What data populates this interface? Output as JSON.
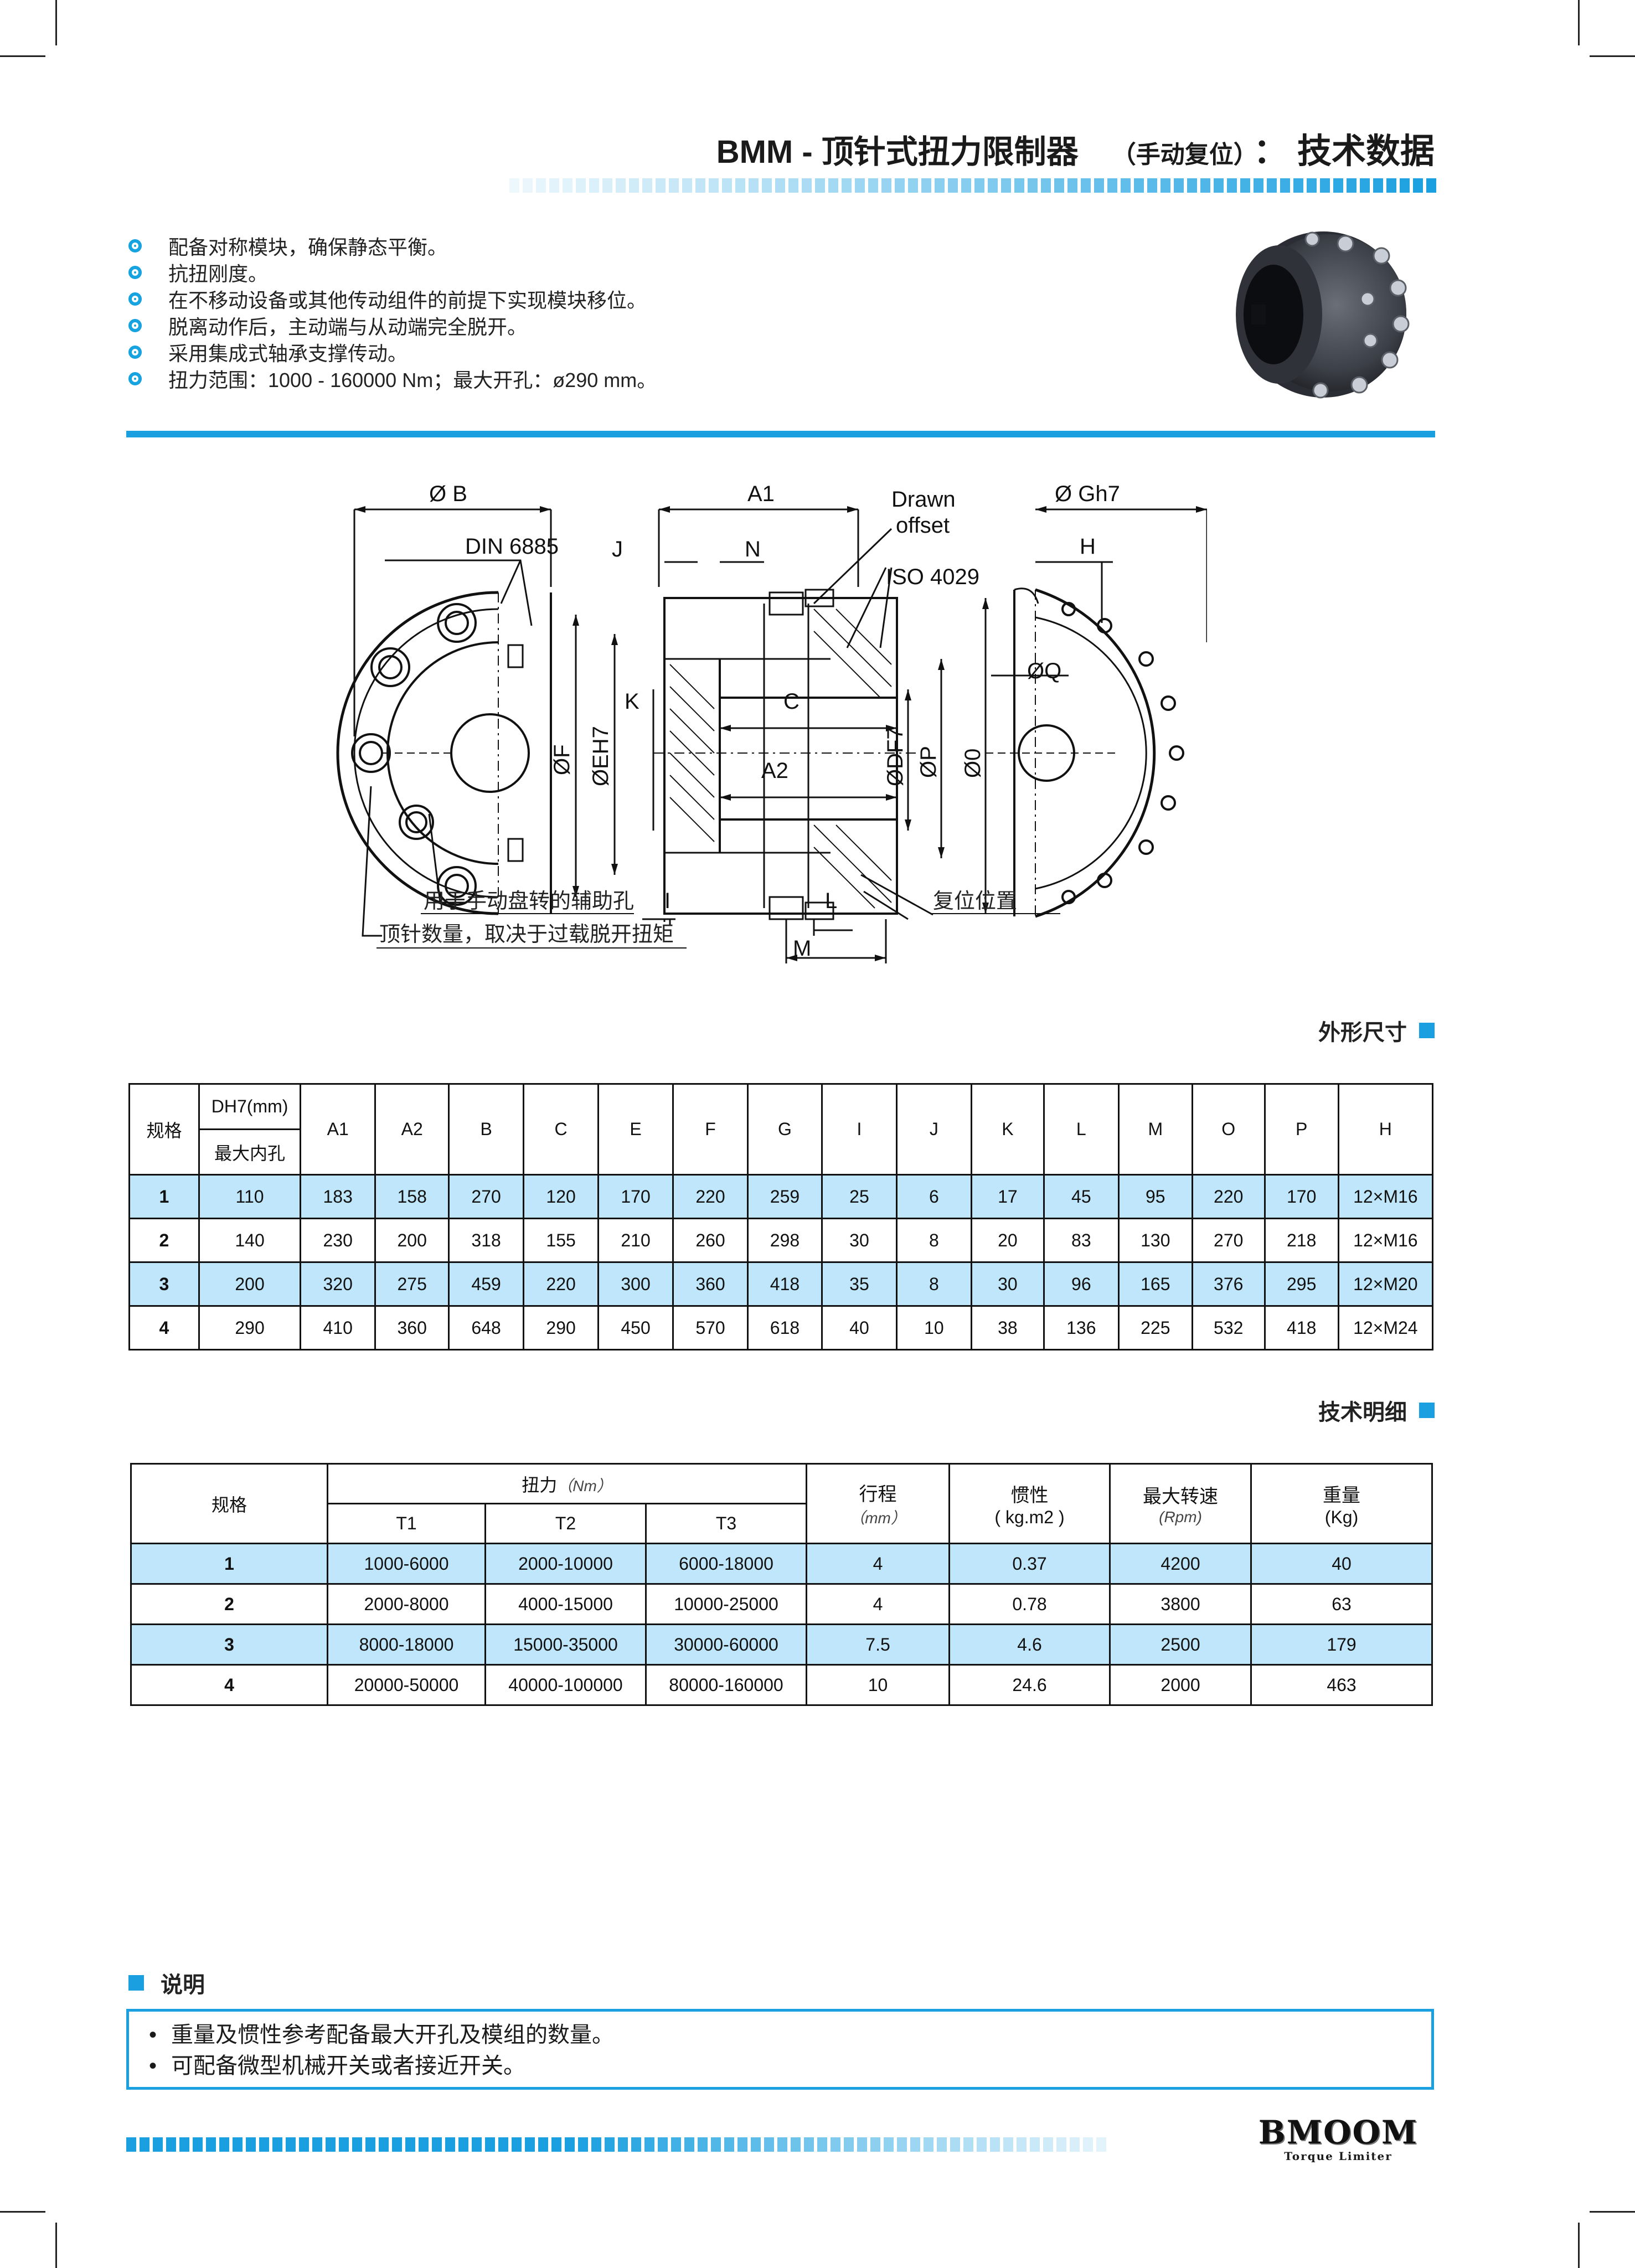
{
  "header": {
    "title_main": "BMM - 顶针式扭力限制器",
    "title_sub": "（手动复位）",
    "title_tail": "： 技术数据"
  },
  "features": [
    "配备对称模块，确保静态平衡。",
    "抗扭刚度。",
    "在不移动设备或其他传动组件的前提下实现模块移位。",
    "脱离动作后，主动端与从动端完全脱开。",
    "采用集成式轴承支撑传动。",
    "扭力范围：1000 - 160000 Nm；最大开孔：ø290 mm。"
  ],
  "drawing": {
    "label_B": "Ø B",
    "label_A1": "A1",
    "label_drawn": "Drawn",
    "label_offset": "offset",
    "label_G": "Ø Gh7",
    "label_din": "DIN 6885",
    "label_J": "J",
    "label_N": "N",
    "label_H": "H",
    "label_iso": "ISO 4029",
    "label_Q": "ØQ",
    "label_K": "K",
    "label_C": "C",
    "label_F": "ØF",
    "label_E": "ØEH7",
    "label_D": "ØDF7",
    "label_P": "ØP",
    "label_O": "Ø0",
    "label_A2": "A2",
    "label_I": "I",
    "label_L": "L",
    "label_M": "M",
    "callout_aux_hole": "用于手动盘转的辅助孔",
    "callout_pins": "顶针数量，取决于过载脱开扭矩",
    "callout_reset": "复位位置"
  },
  "dimensions": {
    "heading": "外形尺寸",
    "col_size": "规格",
    "col_bore": "DH7(mm)",
    "col_bore_sub": "最大内孔",
    "columns": [
      "A1",
      "A2",
      "B",
      "C",
      "E",
      "F",
      "G",
      "I",
      "J",
      "K",
      "L",
      "M",
      "O",
      "P",
      "H"
    ],
    "rows": [
      [
        "1",
        "110",
        "183",
        "158",
        "270",
        "120",
        "170",
        "220",
        "259",
        "25",
        "6",
        "17",
        "45",
        "95",
        "220",
        "170",
        "12×M16"
      ],
      [
        "2",
        "140",
        "230",
        "200",
        "318",
        "155",
        "210",
        "260",
        "298",
        "30",
        "8",
        "20",
        "83",
        "130",
        "270",
        "218",
        "12×M16"
      ],
      [
        "3",
        "200",
        "320",
        "275",
        "459",
        "220",
        "300",
        "360",
        "418",
        "35",
        "8",
        "30",
        "96",
        "165",
        "376",
        "295",
        "12×M20"
      ],
      [
        "4",
        "290",
        "410",
        "360",
        "648",
        "290",
        "450",
        "570",
        "618",
        "40",
        "10",
        "38",
        "136",
        "225",
        "532",
        "418",
        "12×M24"
      ]
    ]
  },
  "tech": {
    "heading": "技术明细",
    "col_size": "规格",
    "col_torque": "扭力",
    "col_torque_unit": "（Nm）",
    "col_T1": "T1",
    "col_T2": "T2",
    "col_T3": "T3",
    "col_stroke": "行程",
    "col_stroke_unit": "（mm）",
    "col_inertia": "惯性",
    "col_inertia_unit": "( kg.m2 )",
    "col_speed": "最大转速",
    "col_speed_unit": "(Rpm)",
    "col_weight": "重量",
    "col_weight_unit": "(Kg)",
    "rows": [
      [
        "1",
        "1000-6000",
        "2000-10000",
        "6000-18000",
        "4",
        "0.37",
        "4200",
        "40"
      ],
      [
        "2",
        "2000-8000",
        "4000-15000",
        "10000-25000",
        "4",
        "0.78",
        "3800",
        "63"
      ],
      [
        "3",
        "8000-18000",
        "15000-35000",
        "30000-60000",
        "7.5",
        "4.6",
        "2500",
        "179"
      ],
      [
        "4",
        "20000-50000",
        "40000-100000",
        "80000-160000",
        "10",
        "24.6",
        "2000",
        "463"
      ]
    ]
  },
  "notes": {
    "heading": "说明",
    "items": [
      "重量及惯性参考配备最大开孔及模组的数量。",
      "可配备微型机械开关或者接近开关。"
    ]
  },
  "logo": {
    "name": "BMOOM",
    "tagline": "Torque Limiter"
  },
  "colors": {
    "accent": "#1aa0e0",
    "highlight_row": "#bfe6fa",
    "text": "#1a1a1a"
  }
}
